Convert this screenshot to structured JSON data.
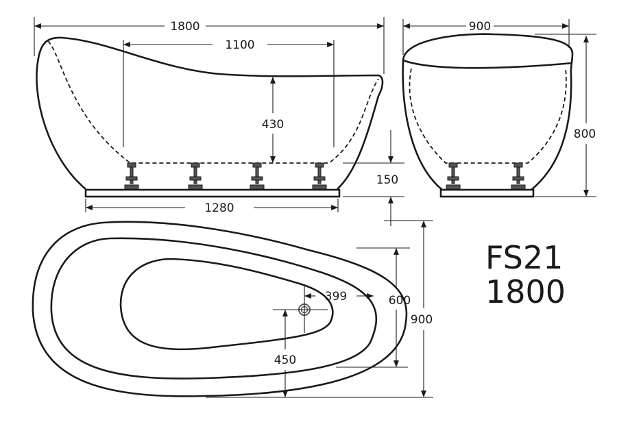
{
  "model": {
    "code": "FS21",
    "size": "1800"
  },
  "side_view": {
    "length": "1800",
    "inner_length": "1100",
    "depth": "430",
    "base_length": "1280",
    "leg_height": "150"
  },
  "end_view": {
    "width": "900",
    "height": "800"
  },
  "top_view": {
    "drain_offset": "399",
    "inner_width": "600",
    "outer_width": "900",
    "drain_from_edge": "450"
  }
}
